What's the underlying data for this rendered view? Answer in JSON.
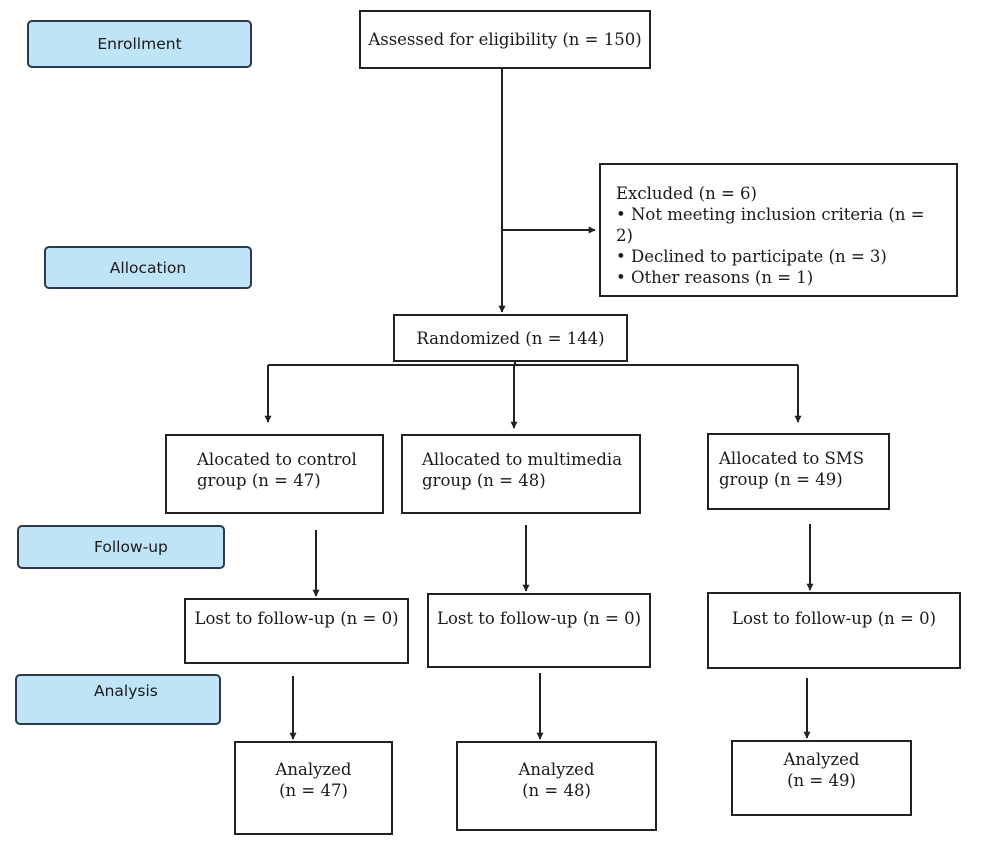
{
  "stages": {
    "enrollment": "Enrollment",
    "allocation": "Allocation",
    "follow_up": "Follow-up",
    "analysis": "Analysis"
  },
  "assessed": "Assessed for eligibility (n = 150)",
  "excluded": {
    "title": "Excluded (n = 6)",
    "reasons": [
      "Not meeting inclusion criteria (n = 2)",
      "Declined to participate (n = 3)",
      "Other reasons (n = 1)"
    ]
  },
  "randomized": "Randomized (n = 144)",
  "groups": [
    {
      "allocated_line1": "Alocated to control",
      "allocated_line2": "group (n = 47)",
      "lost": "Lost to follow-up (n = 0)",
      "analyzed_line1": "Analyzed",
      "analyzed_line2": "(n = 47)"
    },
    {
      "allocated_line1": "Allocated to multimedia",
      "allocated_line2": "group (n = 48)",
      "lost": "Lost to follow-up (n = 0)",
      "analyzed_line1": "Analyzed",
      "analyzed_line2": "(n = 48)"
    },
    {
      "allocated_line1": "Allocated to SMS",
      "allocated_line2": "group (n = 49)",
      "lost": "Lost to follow-up (n = 0)",
      "analyzed_line1": "Analyzed",
      "analyzed_line2": "(n = 49)"
    }
  ]
}
